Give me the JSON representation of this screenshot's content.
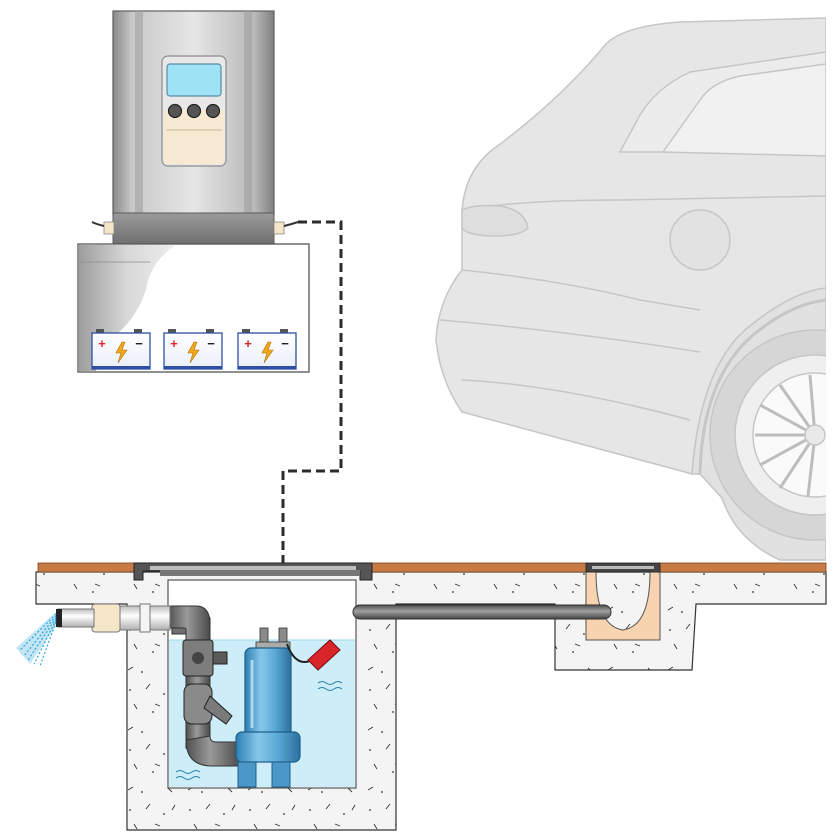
{
  "diagram": {
    "kind": "installation-schematic",
    "components": [
      {
        "id": "controller",
        "icon": "pump-controller-icon"
      },
      {
        "id": "control-display",
        "icon": "display-screen-icon"
      },
      {
        "id": "control-buttons",
        "icon": "control-knob-icon",
        "count": 3
      },
      {
        "id": "battery-cabinet",
        "icon": "battery-cabinet-icon"
      },
      {
        "id": "batteries",
        "icon": "battery-icon",
        "count": 3,
        "polarity_marks": [
          "+",
          "−"
        ]
      },
      {
        "id": "control-cable",
        "icon": "dashed-cable-icon"
      },
      {
        "id": "car",
        "icon": "car-icon"
      },
      {
        "id": "pavement",
        "icon": "pavement-icon"
      },
      {
        "id": "pump-shaft",
        "icon": "concrete-shaft-icon"
      },
      {
        "id": "water",
        "icon": "water-icon"
      },
      {
        "id": "submersible-pump",
        "icon": "submersible-pump-icon"
      },
      {
        "id": "float-switch",
        "icon": "float-switch-icon"
      },
      {
        "id": "check-valve",
        "icon": "valve-icon"
      },
      {
        "id": "y-strainer",
        "icon": "y-strainer-icon"
      },
      {
        "id": "discharge-pipe",
        "icon": "pipe-icon"
      },
      {
        "id": "discharge-outlet",
        "icon": "water-spray-icon"
      },
      {
        "id": "inlet-pipe",
        "icon": "pipe-icon"
      },
      {
        "id": "drainage-channel",
        "icon": "drainage-channel-icon"
      }
    ],
    "colors": {
      "pavement": "#c87a45",
      "concrete": "#f4f4f4",
      "water": "#cdeef8",
      "pump": "#5aa9d6",
      "pipe": "#7a7a7a",
      "cable": "#2b2b2b",
      "car": "#e6e6e6",
      "battery_plus": "#d9262b",
      "bolt": "#f2a818",
      "float_switch": "#d9262b",
      "channel": "#f8d3b0"
    }
  }
}
